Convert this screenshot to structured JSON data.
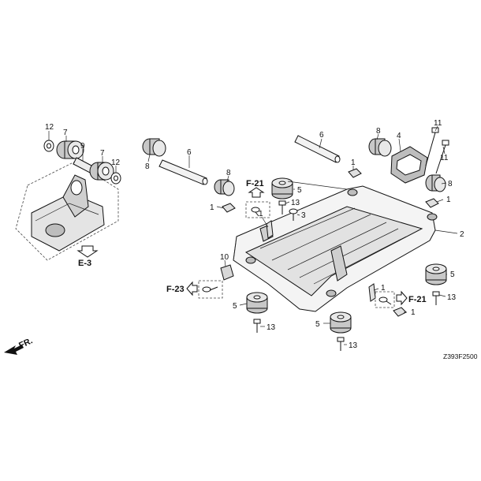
{
  "callouts": {
    "c12a": "12",
    "c7a": "7",
    "c9": "9",
    "c7b": "7",
    "c12b": "12",
    "c8a": "8",
    "c6a": "6",
    "c8b": "8",
    "c6b": "6",
    "c8c": "8",
    "c4": "4",
    "c11a": "11",
    "c11b": "11",
    "c8d": "8",
    "c1a": "1",
    "c1b": "1",
    "c1c": "1",
    "c1d": "1",
    "c1e": "1",
    "c1f": "1",
    "c5a": "5",
    "c5b": "5",
    "c5c": "5",
    "c5d": "5",
    "c13a": "13",
    "c13b": "13",
    "c13c": "13",
    "c13d": "13",
    "c3": "3",
    "c2": "2",
    "c10": "10"
  },
  "refs": {
    "e3": "E-3",
    "f21a": "F-21",
    "f21b": "F-21",
    "f23": "F-23"
  },
  "direction_label": "FR.",
  "diagram_code": "Z393F2500",
  "colors": {
    "ink": "#111111",
    "shade": "#c8c8c8",
    "light": "#eeeeee",
    "background": "#ffffff"
  }
}
